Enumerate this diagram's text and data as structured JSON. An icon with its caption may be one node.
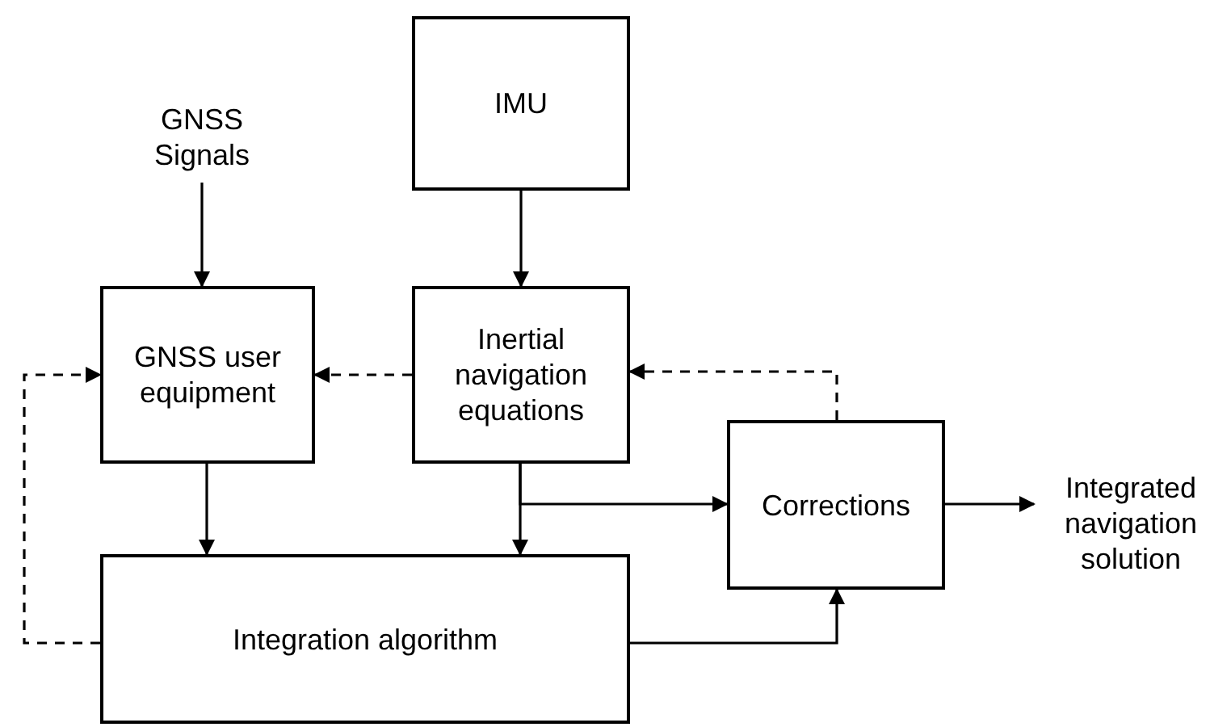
{
  "diagram": {
    "nodes": [
      {
        "text": [
          "GNSS Signals"
        ]
      },
      {
        "text": [
          "IMU"
        ]
      },
      {
        "text": [
          "GNSS user equipment"
        ]
      },
      {
        "text": [
          "Inertial navigation equations"
        ]
      },
      {
        "text": [
          "Corrections"
        ]
      },
      {
        "text": [
          "Integrated navigation solution"
        ]
      },
      {
        "text": [
          "Integration algorithm"
        ]
      }
    ],
    "edges": [
      {
        "from": 0,
        "to": 2,
        "arrow": "to"
      },
      {
        "from": 1,
        "to": 3,
        "arrow": "to"
      },
      {
        "from": 3,
        "to": 2,
        "arrow": "to",
        "style": "dashed"
      },
      {
        "from": 4,
        "to": 3,
        "arrow": "to",
        "style": "dashed"
      },
      {
        "from": 2,
        "to": 6,
        "arrow": "to"
      },
      {
        "from": 3,
        "to": 6,
        "arrow": "to"
      },
      {
        "from": 3,
        "to": 4,
        "arrow": "to"
      },
      {
        "from": 6,
        "to": 4,
        "arrow": "to"
      },
      {
        "from": 6,
        "to": 2,
        "arrow": "to",
        "style": "dashed"
      },
      {
        "from": 4,
        "to": 5,
        "arrow": "to"
      }
    ]
  }
}
